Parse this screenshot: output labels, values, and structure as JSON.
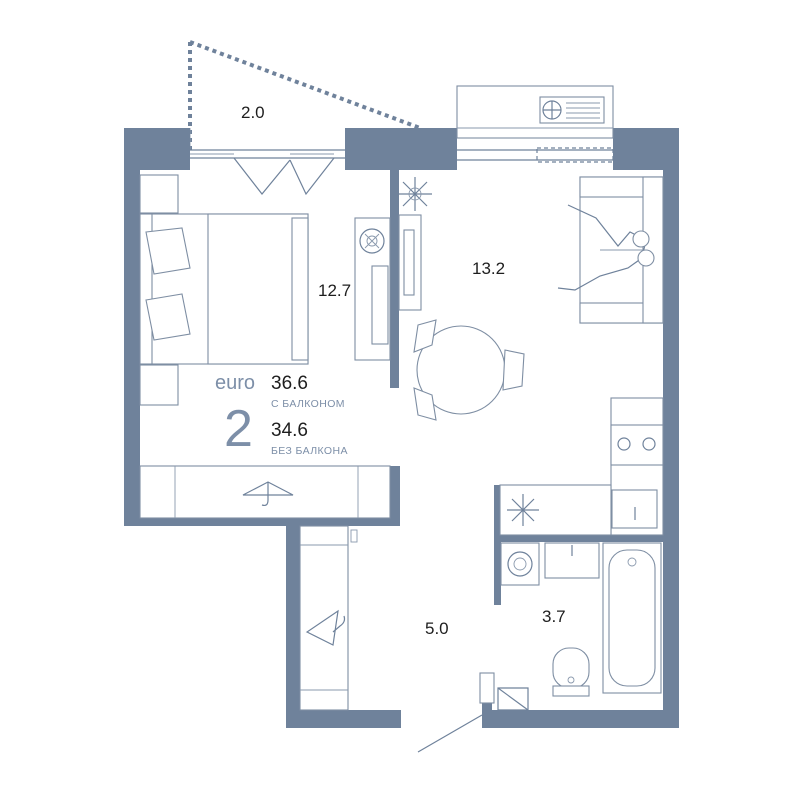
{
  "rooms": {
    "balcony": "2.0",
    "bedroom": "12.7",
    "living_kitchen": "13.2",
    "hallway": "5.0",
    "bathroom": "3.7"
  },
  "badge": {
    "prefix": "euro",
    "rooms_count": "2"
  },
  "totals": {
    "with_balcony": "36.6",
    "with_balcony_caption": "С БАЛКОНОМ",
    "without_balcony": "34.6",
    "without_balcony_caption": "БЕЗ БАЛКОНА"
  },
  "colors": {
    "wall": "#6f829b",
    "accent": "#7d8fa8"
  },
  "icons": [
    "snowflake-icon",
    "hanger-icon",
    "fan-icon",
    "plant-icon",
    "flower-icon"
  ]
}
